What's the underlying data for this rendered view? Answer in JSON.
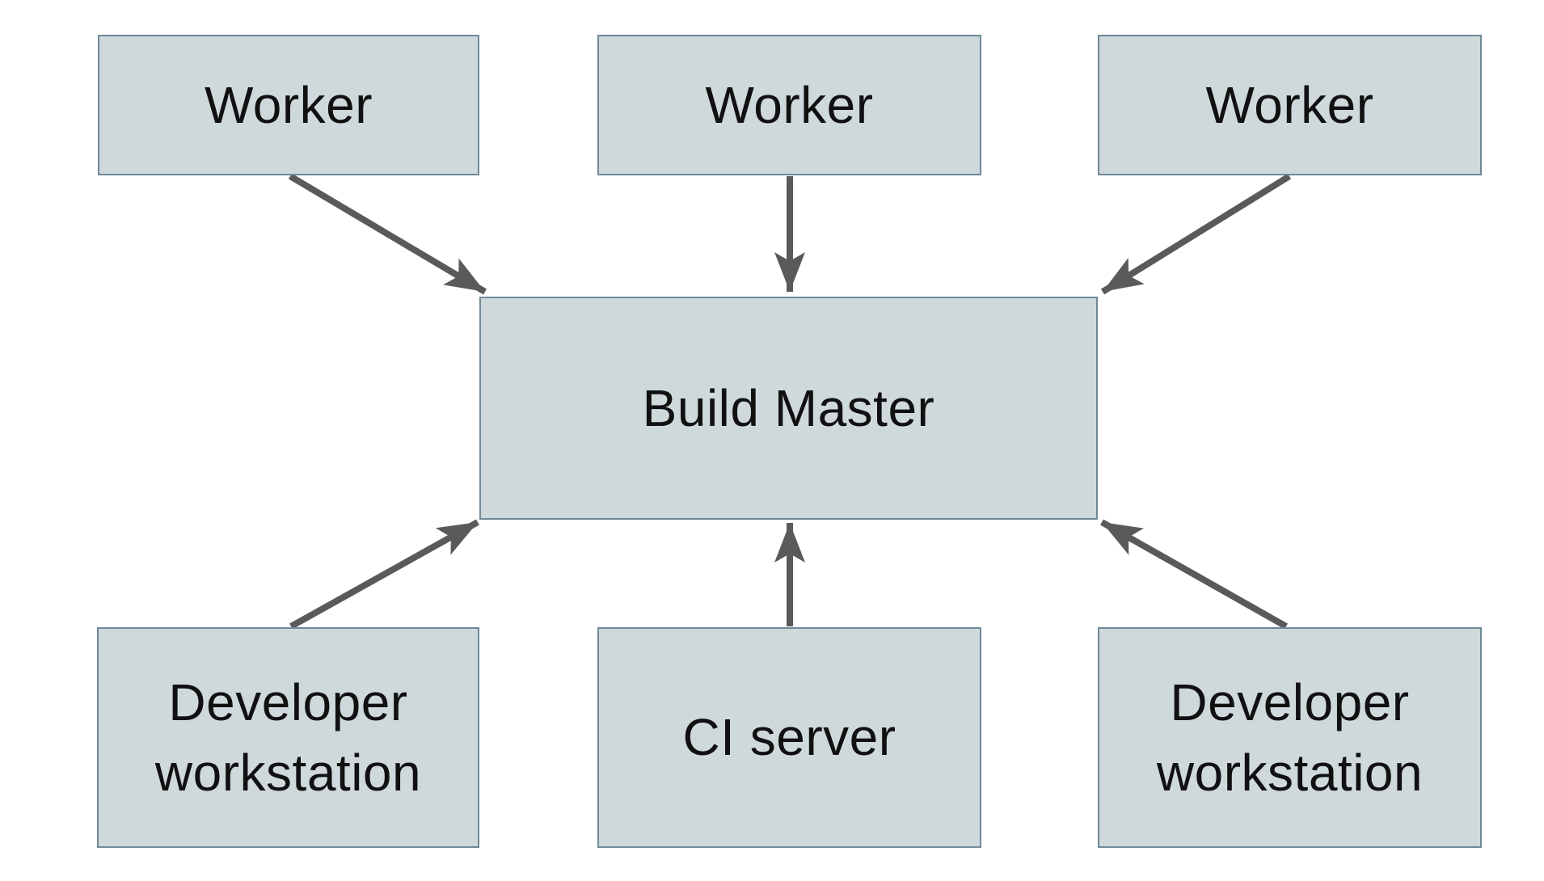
{
  "diagram": {
    "nodes": [
      {
        "id": "worker-1",
        "label": "Worker"
      },
      {
        "id": "worker-2",
        "label": "Worker"
      },
      {
        "id": "worker-3",
        "label": "Worker"
      },
      {
        "id": "build-master",
        "label": "Build Master"
      },
      {
        "id": "developer-workstation-left",
        "label": "Developer workstation"
      },
      {
        "id": "ci-server",
        "label": "CI server"
      },
      {
        "id": "developer-workstation-right",
        "label": "Developer workstation"
      }
    ],
    "edges": [
      {
        "from": "worker-1",
        "to": "build-master"
      },
      {
        "from": "worker-2",
        "to": "build-master"
      },
      {
        "from": "worker-3",
        "to": "build-master"
      },
      {
        "from": "developer-workstation-left",
        "to": "build-master"
      },
      {
        "from": "ci-server",
        "to": "build-master"
      },
      {
        "from": "developer-workstation-right",
        "to": "build-master"
      }
    ],
    "colors": {
      "background": "#ffffff",
      "node_fill": "#cfd9db",
      "node_border": "#708998",
      "arrow": "#595a5c",
      "text": "#111111"
    }
  }
}
